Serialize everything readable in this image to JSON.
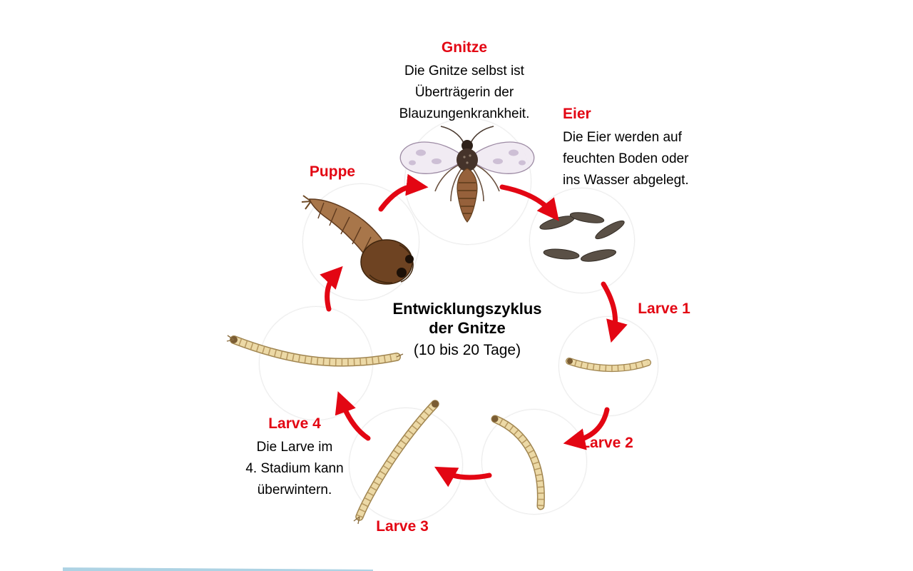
{
  "colors": {
    "accent_red": "#e30613",
    "text_black": "#000000",
    "larva_body": "#ecd9a6",
    "pupa_brown": "#a8764a",
    "egg_brown": "#5a5046"
  },
  "center": {
    "line1": "Entwicklungszyklus",
    "line2": "der Gnitze",
    "line3": "(10 bis 20 Tage)"
  },
  "stages": {
    "gnitze": {
      "title": "Gnitze",
      "desc1": "Die Gnitze selbst ist",
      "desc2": "Überträgerin der",
      "desc3": "Blauzungenkrankheit."
    },
    "eier": {
      "title": "Eier",
      "desc1": "Die Eier werden auf",
      "desc2": "feuchten Boden oder",
      "desc3": "ins Wasser abgelegt."
    },
    "larve1": {
      "title": "Larve 1"
    },
    "larve2": {
      "title": "Larve 2"
    },
    "larve3": {
      "title": "Larve 3"
    },
    "larve4": {
      "title": "Larve 4",
      "desc1": "Die Larve im",
      "desc2": "4. Stadium kann",
      "desc3": "überwintern."
    },
    "puppe": {
      "title": "Puppe"
    }
  },
  "illustrations": {
    "gnitze": "midge-icon",
    "eier": "eggs-icon",
    "larve1": "larva-icon",
    "larve2": "larva-icon",
    "larve3": "larva-icon",
    "larve4": "larva-icon",
    "puppe": "pupa-icon"
  },
  "cycle_order": [
    "Gnitze",
    "Eier",
    "Larve 1",
    "Larve 2",
    "Larve 3",
    "Larve 4",
    "Puppe"
  ]
}
